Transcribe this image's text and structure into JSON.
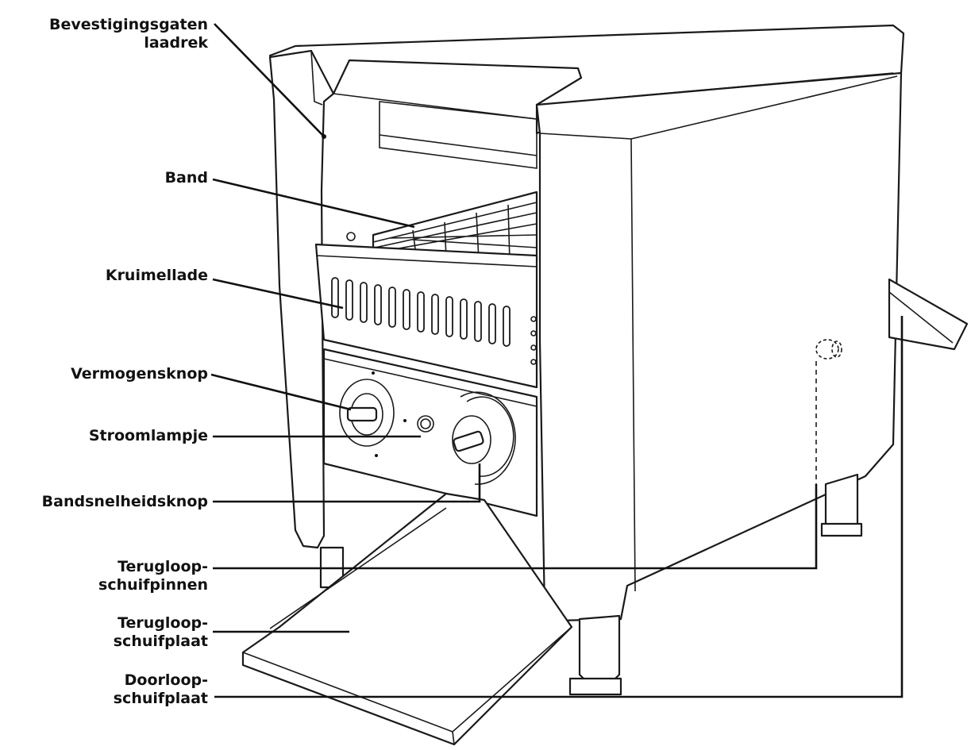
{
  "diagram": {
    "labels": {
      "bevestigingsgaten_line1": "Bevestigingsgaten",
      "bevestigingsgaten_line2": "laadrek",
      "band": "Band",
      "kruimellade": "Kruimellade",
      "vermogensknop": "Vermogensknop",
      "stroomlampje": "Stroomlampje",
      "bandsnelheidsknop": "Bandsnelheidsknop",
      "terugloop_pinnen_line1": "Terugloop-",
      "terugloop_pinnen_line2": "schuifpinnen",
      "terugloop_plaat_line1": "Terugloop-",
      "terugloop_plaat_line2": "schuifplaat",
      "doorloop_plaat_line1": "Doorloop-",
      "doorloop_plaat_line2": "schuifplaat"
    },
    "colors": {
      "line": "#111111",
      "background": "#ffffff"
    }
  }
}
